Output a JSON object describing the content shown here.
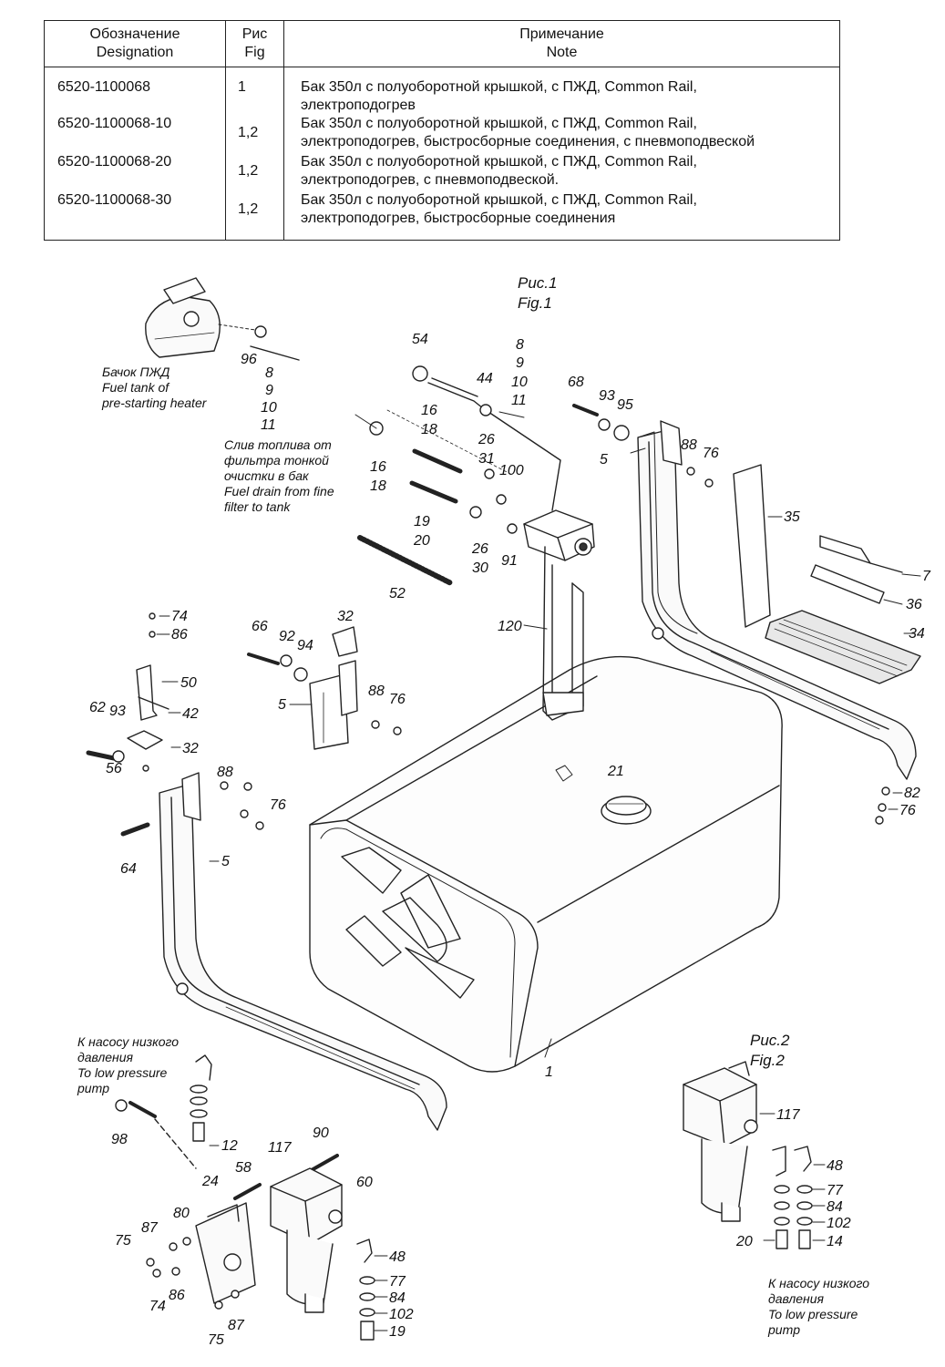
{
  "table": {
    "headers": {
      "designation": [
        "Обозначение",
        "Designation"
      ],
      "fig": [
        "Рис",
        "Fig"
      ],
      "note": [
        "Примечание",
        "Note"
      ]
    },
    "rows": [
      {
        "designation": "6520-1100068",
        "fig": "1",
        "note": [
          "Бак 350л с полуоборотной крышкой, с ПЖД, Common Rail,",
          "электроподогрев"
        ]
      },
      {
        "designation": "6520-1100068-10",
        "fig": "1,2",
        "note": [
          "Бак 350л с полуоборотной крышкой, с ПЖД, Common Rail,",
          "электроподогрев, быстросборные соединения, с пневмоподвеской"
        ]
      },
      {
        "designation": "6520-1100068-20",
        "fig": "1,2",
        "note": [
          "Бак 350л с полуоборотной крышкой, с ПЖД, Common Rail,",
          "электроподогрев, с пневмоподвеской."
        ]
      },
      {
        "designation": "6520-1100068-30",
        "fig": "1,2",
        "note": [
          "Бак 350л с полуоборотной крышкой, с ПЖД, Common Rail,",
          "электроподогрев, быстросборные  соединения"
        ]
      }
    ]
  },
  "figures": {
    "fig1": [
      "Рис.1",
      "Fig.1"
    ],
    "fig2": [
      "Рис.2",
      "Fig.2"
    ]
  },
  "captions": {
    "heater_tank": [
      "Бачок ПЖД",
      "Fuel tank of",
      "pre-starting heater"
    ],
    "fuel_drain": [
      "Слив топлива от",
      "фильтра тонкой",
      "очистки в бак",
      "Fuel drain from fine",
      "filter to tank"
    ],
    "low_pressure_left": [
      "К насосу низкого",
      "давления",
      "To low pressure",
      "pump"
    ],
    "low_pressure_right": [
      "К насосу низкого",
      "давления",
      "To low pressure",
      "pump"
    ]
  },
  "callouts": {
    "c96": "96",
    "c8a": "8",
    "c9a": "9",
    "c10a": "10",
    "c11a": "11",
    "c54": "54",
    "c8b": "8",
    "c9b": "9",
    "c10b": "10",
    "c11b": "11",
    "c44": "44",
    "c68": "68",
    "c93a": "93",
    "c95": "95",
    "c5a": "5",
    "c88a": "88",
    "c76a": "76",
    "c16a": "16",
    "c18a": "18",
    "c26a": "26",
    "c31": "31",
    "c100": "100",
    "c16b": "16",
    "c18b": "18",
    "c19": "19",
    "c20a": "20",
    "c26b": "26",
    "c30": "30",
    "c91": "91",
    "c35": "35",
    "c7": "7",
    "c36": "36",
    "c34": "34",
    "c52": "52",
    "c120": "120",
    "c32a": "32",
    "c66": "66",
    "c92": "92",
    "c94": "94",
    "c5b": "5",
    "c88b": "88",
    "c76b": "76",
    "c74a": "74",
    "c86a": "86",
    "c50": "50",
    "c62": "62",
    "c93b": "93",
    "c42": "42",
    "c32b": "32",
    "c56": "56",
    "c88c": "88",
    "c76c": "76",
    "c64": "64",
    "c5c": "5",
    "c21": "21",
    "c82": "82",
    "c76d": "76",
    "c1": "1",
    "c98": "98",
    "c12": "12",
    "c90": "90",
    "c117a": "117",
    "c58": "58",
    "c24": "24",
    "c60": "60",
    "c80": "80",
    "c87a": "87",
    "c75a": "75",
    "c74b": "74",
    "c86b": "86",
    "c48a": "48",
    "c77a": "77",
    "c84a": "84",
    "c102a": "102",
    "c19b": "19",
    "c87b": "87",
    "c75b": "75",
    "c117b": "117",
    "c48b": "48",
    "c77b": "77",
    "c84b": "84",
    "c102b": "102",
    "c20b": "20",
    "c14": "14"
  }
}
